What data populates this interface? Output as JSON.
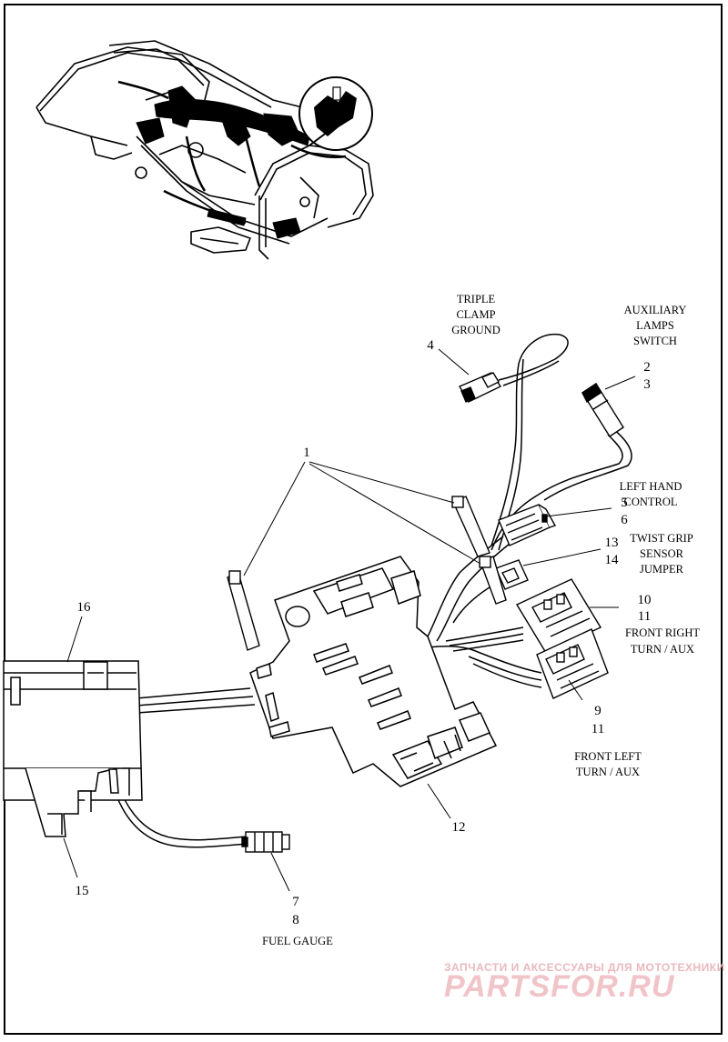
{
  "labels": {
    "triple_clamp_ground": [
      "TRIPLE",
      "CLAMP",
      "GROUND"
    ],
    "auxiliary_lamps_switch": [
      "AUXILIARY",
      "LAMPS",
      "SWITCH"
    ],
    "left_hand_control": [
      "LEFT HAND",
      "CONTROL"
    ],
    "twist_grip_sensor_jumper": [
      "TWIST GRIP",
      "SENSOR",
      "JUMPER"
    ],
    "front_right_turn_aux": [
      "FRONT RIGHT",
      "TURN / AUX"
    ],
    "front_left_turn_aux": [
      "FRONT LEFT",
      "TURN / AUX"
    ],
    "fuel_gauge": [
      "FUEL GAUGE"
    ]
  },
  "callouts": {
    "c1": "1",
    "c2": "2",
    "c3": "3",
    "c4": "4",
    "c5": "5",
    "c6": "6",
    "c7": "7",
    "c8": "8",
    "c9": "9",
    "c10": "10",
    "c11a": "11",
    "c11b": "11",
    "c12": "12",
    "c13": "13",
    "c14": "14",
    "c15": "15",
    "c16": "16"
  },
  "watermark": {
    "line1": "ЗАПЧАСТИ И АКСЕССУАРЫ ДЛЯ МОТОТЕХНИКИ",
    "line2": "PARTSFOR.RU"
  }
}
